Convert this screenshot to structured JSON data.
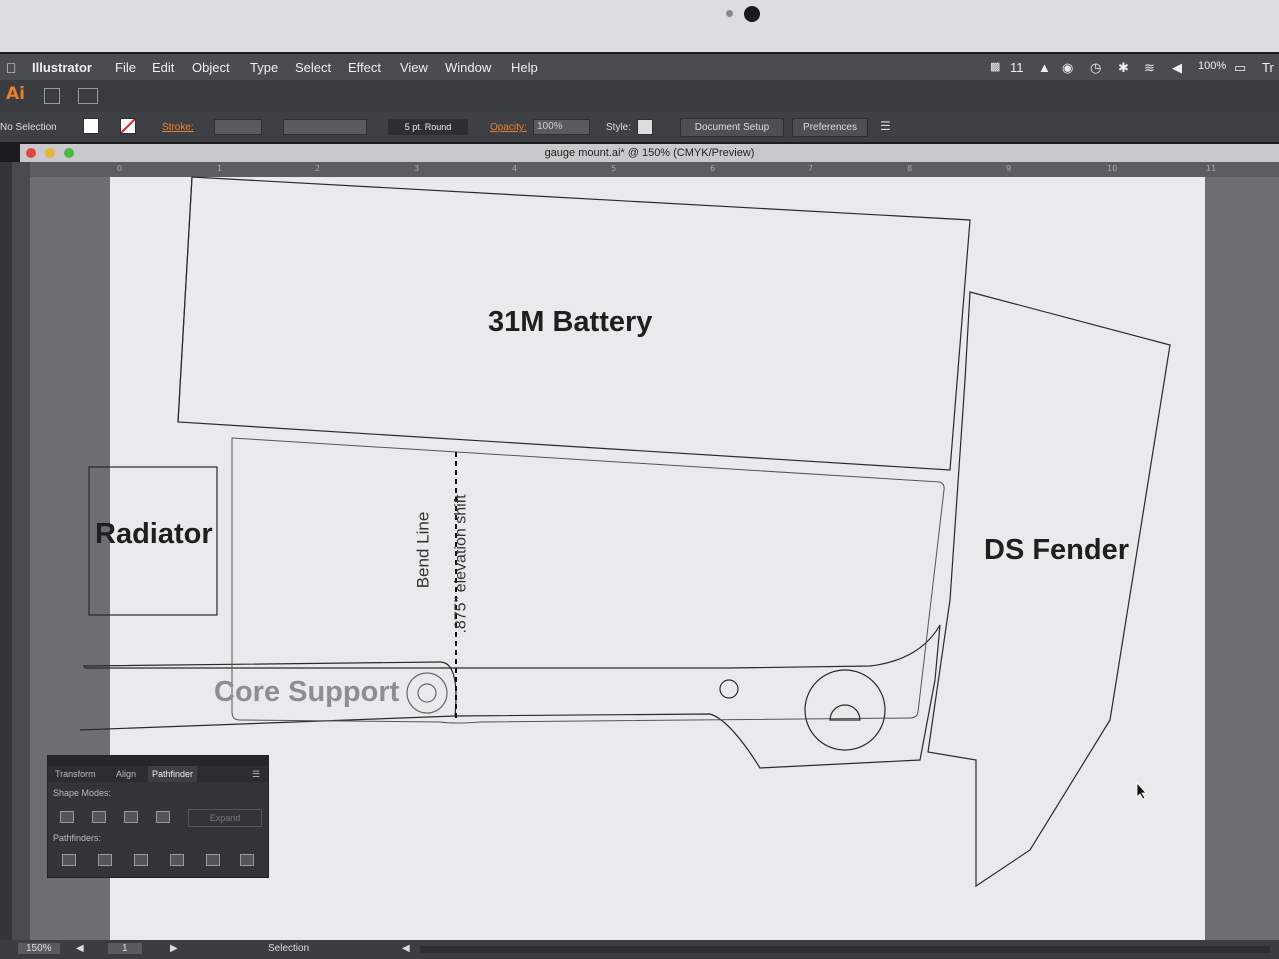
{
  "menubar": {
    "app_name": "Illustrator",
    "items": [
      "File",
      "Edit",
      "Object",
      "Type",
      "Select",
      "Effect",
      "View",
      "Window",
      "Help"
    ],
    "right": {
      "ai_badge": "11",
      "battery": "100%",
      "user": "Tr"
    }
  },
  "appbar": {
    "logo": "Ai"
  },
  "controlbar": {
    "selection_text": "No Selection",
    "stroke_label": "Stroke:",
    "brush_label": "5 pt. Round",
    "opacity_label": "Opacity:",
    "opacity_value": "100%",
    "style_label": "Style:",
    "document_setup": "Document Setup",
    "preferences": "Preferences"
  },
  "document": {
    "title": "gauge mount.ai* @ 150% (CMYK/Preview)",
    "ruler_ticks": [
      "0",
      "1",
      "2",
      "3",
      "4",
      "5",
      "6",
      "7",
      "8",
      "9",
      "10",
      "11"
    ]
  },
  "artwork": {
    "battery_label": "31M Battery",
    "radiator_label": "Radiator",
    "fender_label": "DS Fender",
    "core_support_label": "Core Support",
    "bend_line_label": "Bend Line",
    "elevation_label": ".875\" elevation shift"
  },
  "panel": {
    "tabs": [
      "Transform",
      "Align",
      "Pathfinder"
    ],
    "shape_modes_label": "Shape Modes:",
    "expand_label": "Expand",
    "pathfinders_label": "Pathfinders:"
  },
  "statusbar": {
    "zoom": "150%",
    "page": "1",
    "tool": "Selection"
  },
  "colors": {
    "accent": "#e8812a",
    "artboard": "#e9eaeb",
    "stroke": "#2a2a2a"
  }
}
